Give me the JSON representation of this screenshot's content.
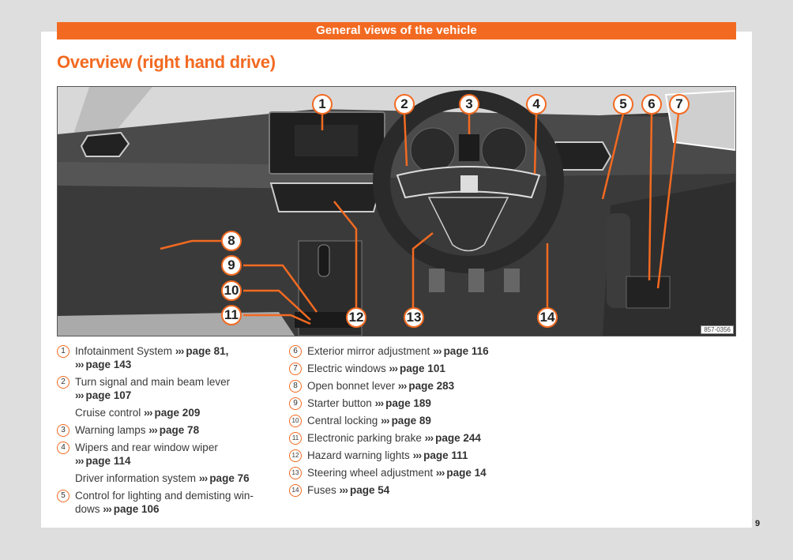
{
  "header": {
    "section": "General views of the vehicle",
    "title": "Overview (right hand drive)"
  },
  "figure": {
    "figure_id": "857-0356",
    "callouts": [
      "1",
      "2",
      "3",
      "4",
      "5",
      "6",
      "7",
      "8",
      "9",
      "10",
      "11",
      "12",
      "13",
      "14"
    ]
  },
  "legend": {
    "arrow": "›››",
    "items": [
      {
        "num": "1",
        "text": "Infotainment System",
        "refs": [
          "page 81,",
          "page 143"
        ]
      },
      {
        "num": "2",
        "text": "Turn signal and main beam lever",
        "refs": [
          "page 107"
        ],
        "sub": {
          "text": "Cruise control",
          "ref": "page 209"
        }
      },
      {
        "num": "3",
        "text": "Warning lamps",
        "refs": [
          "page 78"
        ]
      },
      {
        "num": "4",
        "text": "Wipers and rear window wiper",
        "refs": [
          "page 114"
        ],
        "sub": {
          "text": "Driver information system",
          "ref": "page 76"
        }
      },
      {
        "num": "5",
        "text": "Control for lighting and demisting win-",
        "text2": "dows",
        "refs": [
          "page 106"
        ]
      },
      {
        "num": "6",
        "text": "Exterior mirror adjustment",
        "refs": [
          "page 116"
        ]
      },
      {
        "num": "7",
        "text": "Electric windows",
        "refs": [
          "page 101"
        ]
      },
      {
        "num": "8",
        "text": "Open bonnet lever",
        "refs": [
          "page 283"
        ]
      },
      {
        "num": "9",
        "text": "Starter button",
        "refs": [
          "page 189"
        ]
      },
      {
        "num": "10",
        "text": "Central locking",
        "refs": [
          "page 89"
        ]
      },
      {
        "num": "11",
        "text": "Electronic parking brake",
        "refs": [
          "page 244"
        ]
      },
      {
        "num": "12",
        "text": "Hazard warning lights",
        "refs": [
          "page 111"
        ]
      },
      {
        "num": "13",
        "text": "Steering wheel adjustment",
        "refs": [
          "page 14"
        ]
      },
      {
        "num": "14",
        "text": "Fuses",
        "refs": [
          "page 54"
        ]
      }
    ]
  },
  "footer": {
    "page_number": "9"
  },
  "colors": {
    "accent": "#f26a21",
    "background": "#dedede"
  }
}
